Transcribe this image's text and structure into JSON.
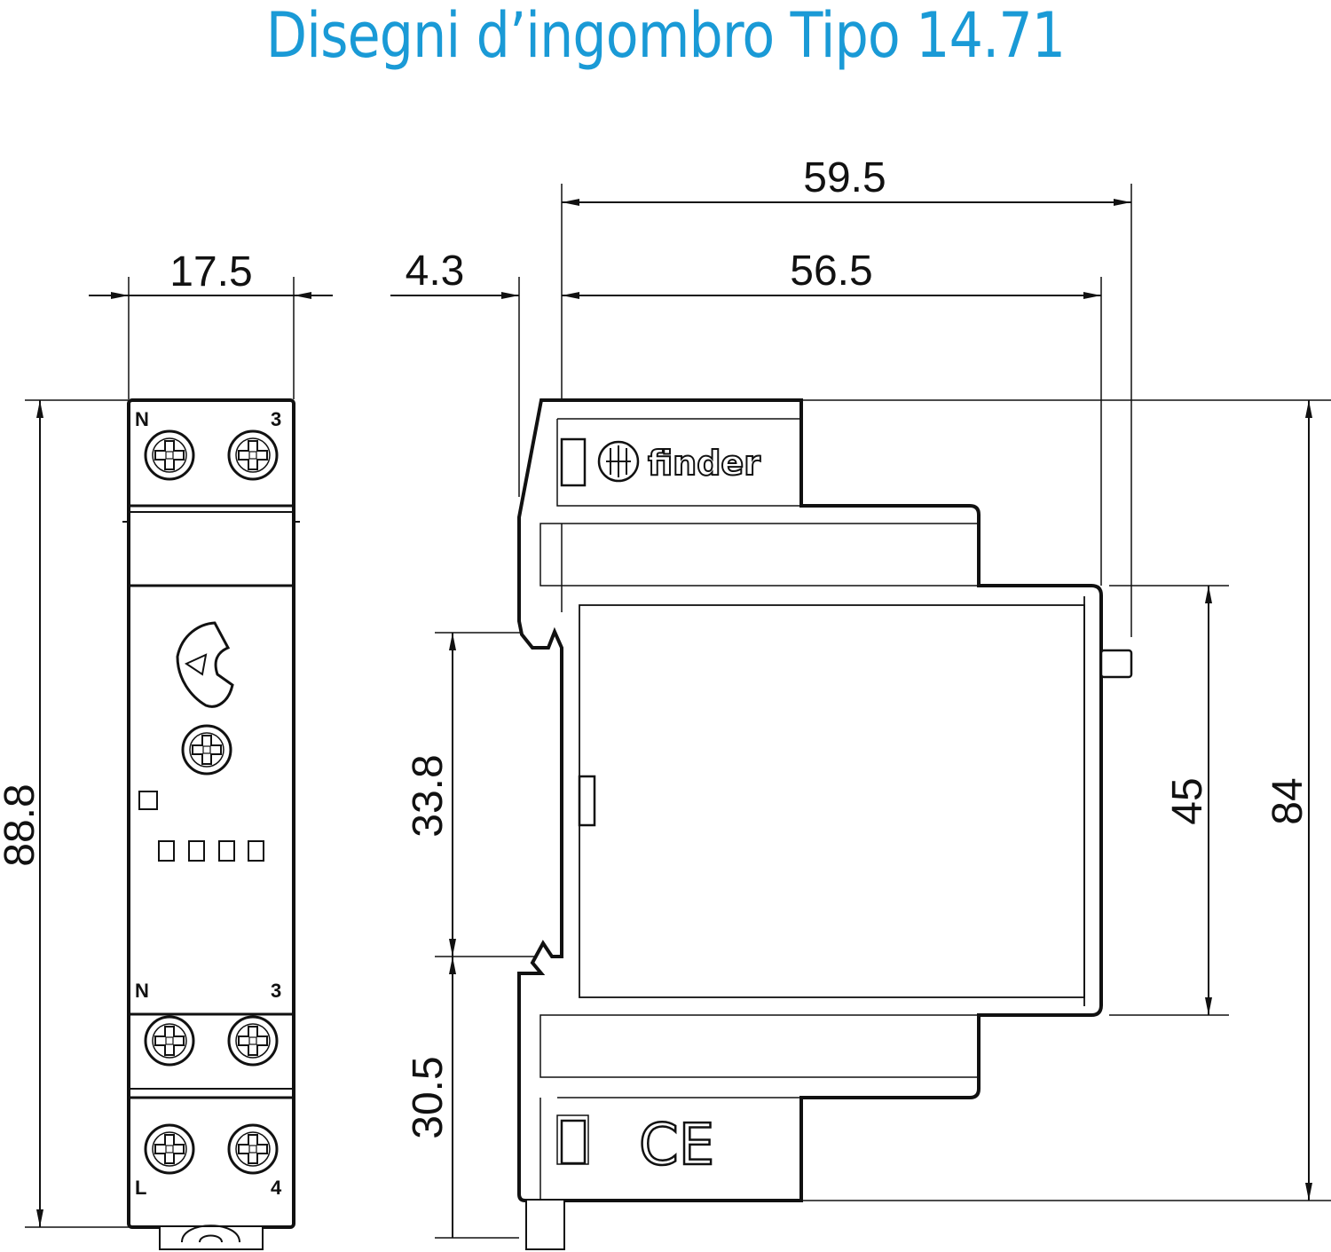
{
  "title": "Disegni d’ingombro Tipo 14.71",
  "dimensions": {
    "front_width": "17.5",
    "front_height": "88.8",
    "side_total_depth": "59.5",
    "side_body_depth": "56.5",
    "side_offset": "4.3",
    "side_upper_rail": "33.8",
    "side_lower_rail": "30.5",
    "side_front_height": "45",
    "side_total_height": "84"
  },
  "terminals": {
    "top_left": "N",
    "top_right": "3",
    "mid_left": "N",
    "mid_right": "3",
    "bottom_left": "L",
    "bottom_right": "4"
  },
  "logo_text": "finder",
  "mark_text": "CE",
  "colors": {
    "title": "#1a9ad6",
    "line": "#111111"
  }
}
